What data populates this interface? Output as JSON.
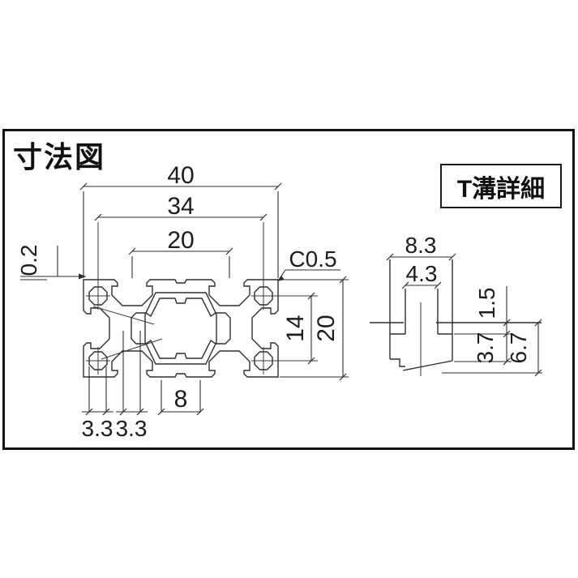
{
  "title": "寸法図",
  "detail_label": "T溝詳細",
  "main_view": {
    "dim_width_40": "40",
    "dim_hole_pitch_34": "34",
    "dim_slot_pitch_20": "20",
    "dim_step_0_2": "0.2",
    "dim_chamfer": "C0.5",
    "dim_hole_pitch_v_14": "14",
    "dim_height_20": "20",
    "dim_bottom_8": "8",
    "dim_wall_3_3_a": "3.3",
    "dim_wall_3_3_b": "3.3"
  },
  "detail_view": {
    "dim_cavity_width": "8.3",
    "dim_mouth_width": "4.3",
    "dim_lip_depth": "1.5",
    "dim_cavity_depth": "3.7",
    "dim_total_depth": "6.7"
  },
  "colors": {
    "background": "#ffffff",
    "frame_border": "#141414",
    "line": "#2e2e2e",
    "text": "#1c1c1c"
  }
}
